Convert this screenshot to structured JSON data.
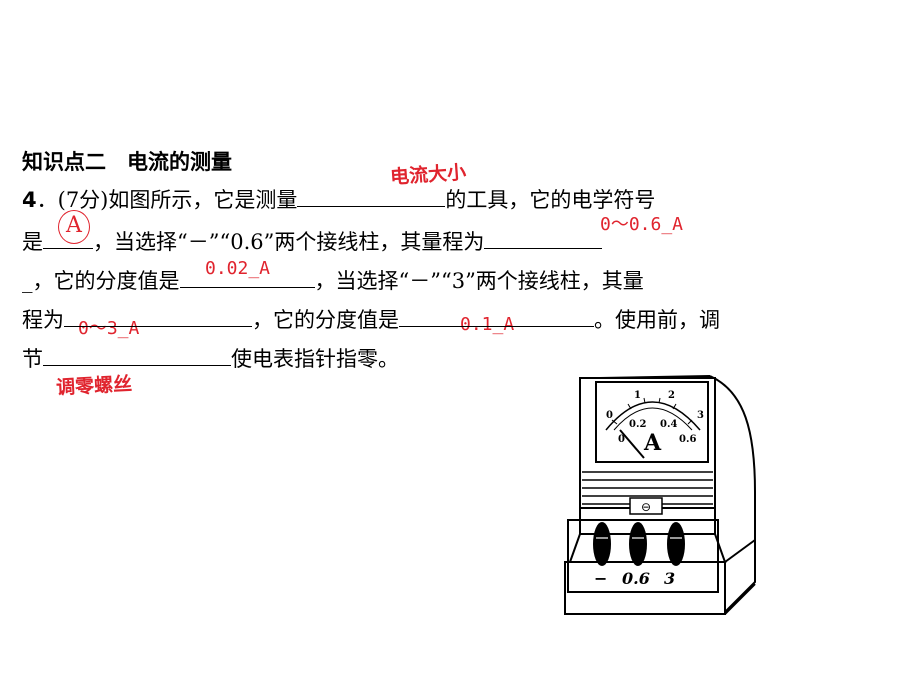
{
  "heading": "知识点二　电流的测量",
  "question": {
    "number": "4",
    "score": "(7分)",
    "seg1": "如图所示，它是测量",
    "seg2": "的工具，它的电学符号",
    "seg3": "是",
    "seg4": "，当选择“－”“0.6”两个接线柱，其量程为",
    "seg5": "_，它的分度值是",
    "seg6": "，当选择“－”“3”两个接线柱，其量",
    "seg7": "程为",
    "seg8": "，它的分度值是",
    "seg9": "。使用前，调",
    "seg10": "节",
    "seg11": "使电表指针指零。"
  },
  "answers": {
    "measured_quantity": "电流大小",
    "symbol": "A",
    "range_06": "0～0.6_A",
    "division_06": "0.02_A",
    "range_3": "0～3_A",
    "division_3": "0.1_A",
    "adjust": "调零螺丝"
  },
  "ammeter": {
    "scale_top": [
      "0",
      "1",
      "2",
      "3"
    ],
    "scale_bottom": [
      "0",
      "0.2",
      "0.4",
      "0.6"
    ],
    "unit": "A",
    "screw_symbol": "⊖",
    "terminals": [
      "−",
      "0.6",
      "3"
    ]
  },
  "colors": {
    "answer": "#e0242e",
    "text": "#000000"
  }
}
